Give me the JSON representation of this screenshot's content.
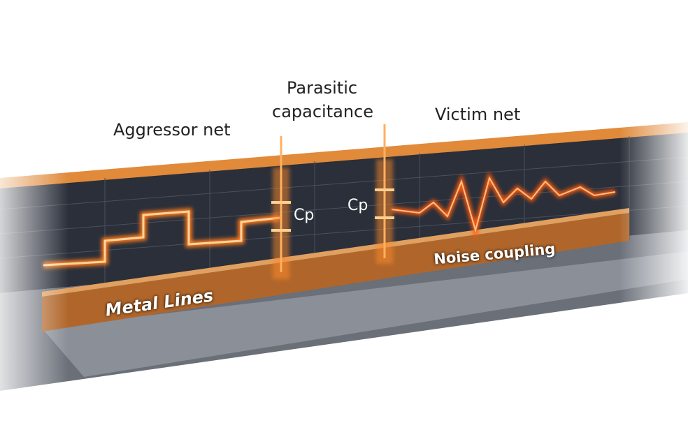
{
  "labels": {
    "parasitic_line1": "Parasitic",
    "parasitic_line2": "capacitance",
    "aggressor": "Aggressor net",
    "victim": "Victim net",
    "cp_left": "Cp",
    "cp_right": "Cp",
    "noise": "Noise coupling",
    "metal": "Metal Lines"
  },
  "colors": {
    "glow": "#ff7a1a",
    "panel": "#2a2f3a",
    "metal": "#b0662a"
  }
}
